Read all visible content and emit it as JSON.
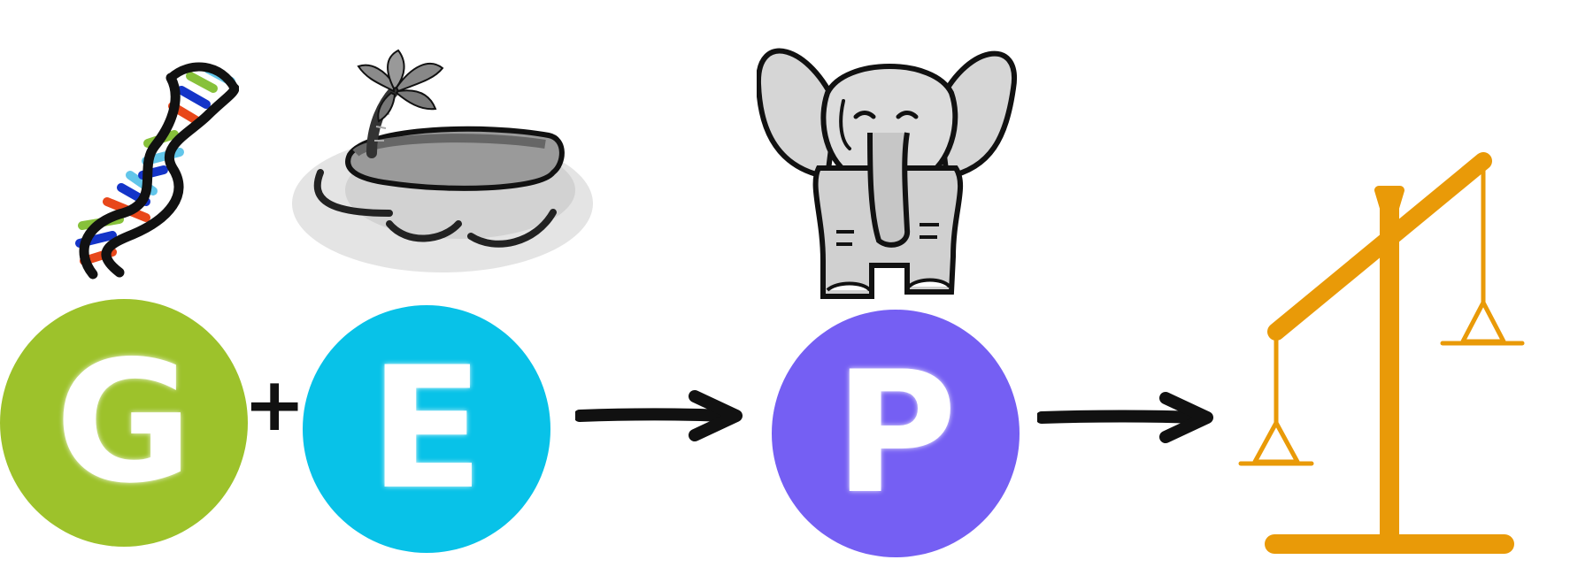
{
  "nodes": {
    "g": {
      "letter": "G",
      "color": "#9dc22b"
    },
    "e": {
      "letter": "E",
      "color": "#08c2e8"
    },
    "p": {
      "letter": "P",
      "color": "#755ff3"
    }
  },
  "operator": "+",
  "icons": {
    "dna": "dna-icon",
    "island": "island-icon",
    "elephant": "elephant-icon",
    "scale": "balance-scale-icon",
    "arrow": "arrow-right-icon"
  },
  "colors": {
    "ink": "#111111",
    "scale": "#e99a08",
    "dna_blue": "#1434c8",
    "dna_red": "#e8471a",
    "dna_green": "#87c13a",
    "dna_cyan": "#62c6ea",
    "elephant_fill": "#d8d8d8"
  }
}
